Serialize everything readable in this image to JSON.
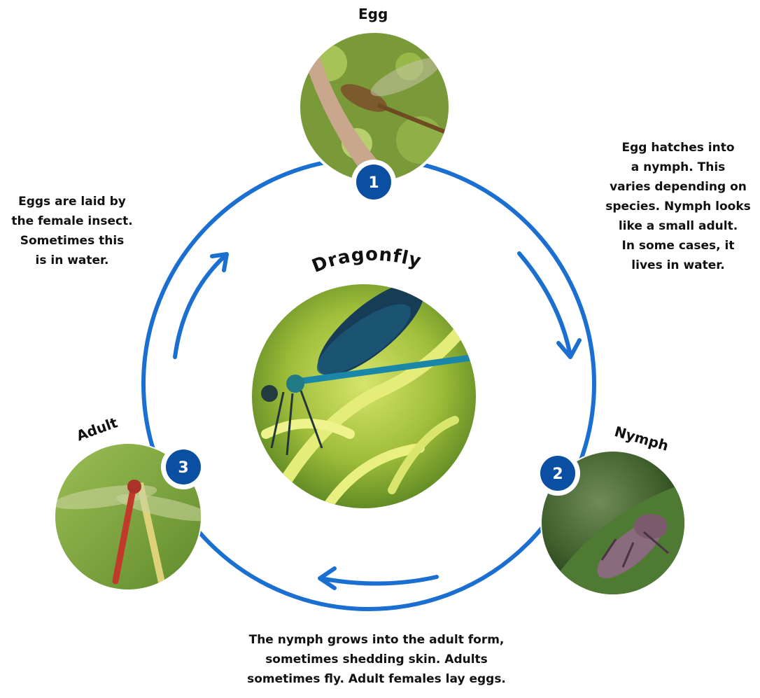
{
  "title": "Dragonfly",
  "colors": {
    "cycle_ring": "#1a6fd1",
    "number_badge": "#0b4fa3",
    "badge_border": "#ffffff",
    "text": "#111111"
  },
  "stages": [
    {
      "number": "1",
      "label": "Egg",
      "photo": "dragonfly-laying-eggs-on-duckweed-photo"
    },
    {
      "number": "2",
      "label": "Nymph",
      "photo": "dragonfly-nymph-on-leaf-photo"
    },
    {
      "number": "3",
      "label": "Adult",
      "photo": "red-adult-dragonfly-photo"
    }
  ],
  "center_photo": "blue-damselfly-on-fern-photo",
  "descriptions": {
    "egg_laying": [
      "Eggs are laid by",
      "the female insect.",
      "Sometimes this",
      "is in water."
    ],
    "hatching": [
      "Egg hatches into",
      "a nymph. This",
      "varies depending on",
      "species. Nymph looks",
      "like a small adult.",
      "In some cases, it",
      "lives in water."
    ],
    "growth": [
      "The nymph grows into the adult form,",
      "sometimes shedding skin. Adults",
      "sometimes fly. Adult females lay eggs."
    ]
  },
  "arrows": [
    {
      "from": "1",
      "to": "2",
      "icon": "clockwise-arrow-icon"
    },
    {
      "from": "2",
      "to": "3",
      "icon": "clockwise-arrow-icon"
    },
    {
      "from": "3",
      "to": "1",
      "icon": "clockwise-arrow-icon"
    }
  ]
}
